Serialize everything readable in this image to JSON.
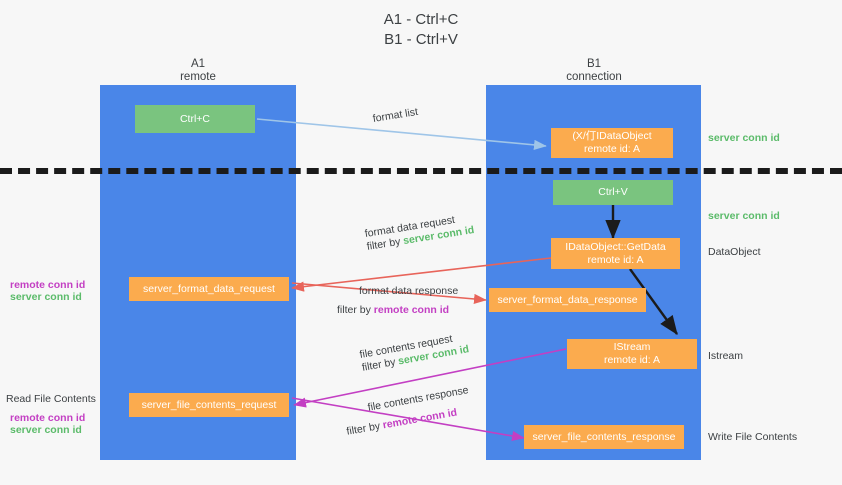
{
  "title": {
    "line1": "A1 - Ctrl+C",
    "line2": "B1 - Ctrl+V"
  },
  "lanes": [
    {
      "name": "A1",
      "sub": "remote"
    },
    {
      "name": "B1",
      "sub": "connection"
    }
  ],
  "colors": {
    "lane": "#4a86e8",
    "green_box": "#7ac47f",
    "orange_box": "#fbab4e",
    "server_conn": "#5bbb6a",
    "remote_conn": "#c33fc3",
    "arrow_blue": "#9fc5e8",
    "arrow_red": "#e8645a",
    "arrow_magenta": "#c33fc3",
    "arrow_black": "#1b1b1b",
    "divider": "#1b1b1b"
  },
  "nodes": {
    "ctrl_c": {
      "line1": "Ctrl+C"
    },
    "idataobject": {
      "line1": "(X/仃IDataObject",
      "line2": "remote id: A"
    },
    "ctrl_v": {
      "line1": "Ctrl+V"
    },
    "getdata": {
      "line1": "IDataObject::GetData",
      "line2": "remote id: A"
    },
    "server_format_data_request": {
      "line1": "server_format_data_request"
    },
    "server_format_data_response": {
      "line1": "server_format_data_response"
    },
    "istream": {
      "line1": "IStream",
      "line2": "remote id: A"
    },
    "server_file_contents_request": {
      "line1": "server_file_contents_request"
    },
    "server_file_contents_response": {
      "line1": "server_file_contents_response"
    }
  },
  "edge_labels": {
    "format_list": "format list",
    "format_data_request": "format data request",
    "format_data_response": "format data response",
    "file_contents_request": "file contents request",
    "file_contents_response": "file contents response",
    "filter_by": "filter by ",
    "server_conn_id": "server conn id",
    "remote_conn_id": "remote conn id"
  },
  "annotations": {
    "right_server_conn_1": "server conn id",
    "right_server_conn_2": "server conn id",
    "right_dataobject": "DataObject",
    "right_istream": "Istream",
    "right_write_file_contents": "Write File Contents",
    "left_remote_conn_1": "remote conn id",
    "left_server_conn_1": "server conn id",
    "left_read_file_contents": "Read File Contents",
    "left_remote_conn_2": "remote conn id",
    "left_server_conn_2": "server conn id"
  }
}
